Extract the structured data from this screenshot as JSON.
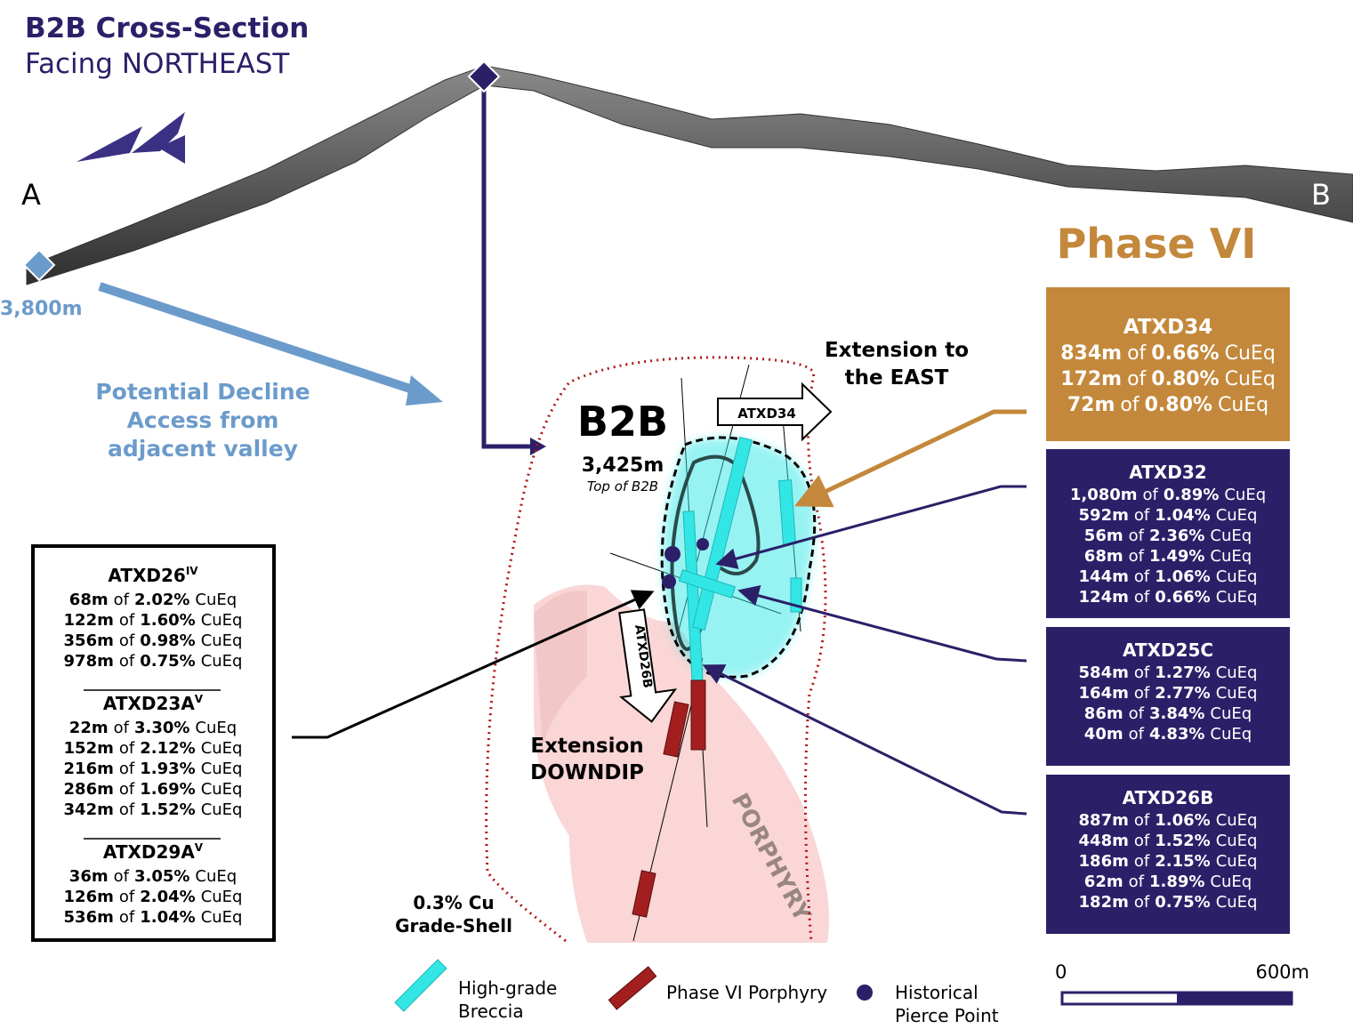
{
  "title": {
    "line1": "B2B Cross-Section",
    "line2": "Facing NORTHEAST"
  },
  "section_ends": {
    "a": "A",
    "b": "B"
  },
  "portal_elevation": "3,800m",
  "decline_label": [
    "Potential Decline",
    "Access from",
    "adjacent valley"
  ],
  "phase_title": "Phase VI",
  "target": {
    "name": "B2B",
    "elevation": "3,425m",
    "caption": "Top of B2B"
  },
  "extension_east": [
    "Extension to",
    "the EAST"
  ],
  "extension_downdip": [
    "Extension",
    "DOWNDIP"
  ],
  "grade_shell": [
    "0.3% Cu",
    "Grade-Shell"
  ],
  "porphyry_label": "PORPHYRY",
  "arrow_labels": {
    "atxd34": "ATXD34",
    "atxd26b": "ATXD26B"
  },
  "connector": "of",
  "unit": "CuEq",
  "colors": {
    "navy": "#2b2068",
    "gold": "#c3883b",
    "decline_blue": "#6b9bcb",
    "breccia_cyan": "#33e6e6",
    "porphyry_red": "#a31f1f",
    "porphyry_zone": "#f9d2d2",
    "terrain": "#4a4a4a"
  },
  "left_box": [
    {
      "hole": "ATXD26",
      "sup": "IV",
      "intercepts": [
        [
          "68m",
          "2.02%"
        ],
        [
          "122m",
          "1.60%"
        ],
        [
          "356m",
          "0.98%"
        ],
        [
          "978m",
          "0.75%"
        ]
      ]
    },
    {
      "hole": "ATXD23A",
      "sup": "V",
      "intercepts": [
        [
          "22m",
          "3.30%"
        ],
        [
          "152m",
          "2.12%"
        ],
        [
          "216m",
          "1.93%"
        ],
        [
          "286m",
          "1.69%"
        ],
        [
          "342m",
          "1.52%"
        ]
      ]
    },
    {
      "hole": "ATXD29A",
      "sup": "V",
      "intercepts": [
        [
          "36m",
          "3.05%"
        ],
        [
          "126m",
          "2.04%"
        ],
        [
          "536m",
          "1.04%"
        ]
      ]
    }
  ],
  "right_boxes": [
    {
      "hole": "ATXD34",
      "style": "gold",
      "intercepts": [
        [
          "834m",
          "0.66%"
        ],
        [
          "172m",
          "0.80%"
        ],
        [
          "72m",
          "0.80%"
        ]
      ]
    },
    {
      "hole": "ATXD32",
      "style": "navy",
      "intercepts": [
        [
          "1,080m",
          "0.89%"
        ],
        [
          "592m",
          "1.04%"
        ],
        [
          "56m",
          "2.36%"
        ],
        [
          "68m",
          "1.49%"
        ],
        [
          "144m",
          "1.06%"
        ],
        [
          "124m",
          "0.66%"
        ]
      ]
    },
    {
      "hole": "ATXD25C",
      "style": "navy",
      "intercepts": [
        [
          "584m",
          "1.27%"
        ],
        [
          "164m",
          "2.77%"
        ],
        [
          "86m",
          "3.84%"
        ],
        [
          "40m",
          "4.83%"
        ]
      ]
    },
    {
      "hole": "ATXD26B",
      "style": "navy",
      "intercepts": [
        [
          "887m",
          "1.06%"
        ],
        [
          "448m",
          "1.52%"
        ],
        [
          "186m",
          "2.15%"
        ],
        [
          "62m",
          "1.89%"
        ],
        [
          "182m",
          "0.75%"
        ]
      ]
    }
  ],
  "legend": [
    {
      "icon": "cyan-cylinder-icon",
      "label": [
        "High-grade",
        "Breccia"
      ]
    },
    {
      "icon": "red-cylinder-icon",
      "label": [
        "Phase VI Porphyry"
      ]
    },
    {
      "icon": "navy-dot-icon",
      "label": [
        "Historical",
        "Pierce Point"
      ]
    }
  ],
  "scale_bar": {
    "start": "0",
    "end": "600m"
  }
}
